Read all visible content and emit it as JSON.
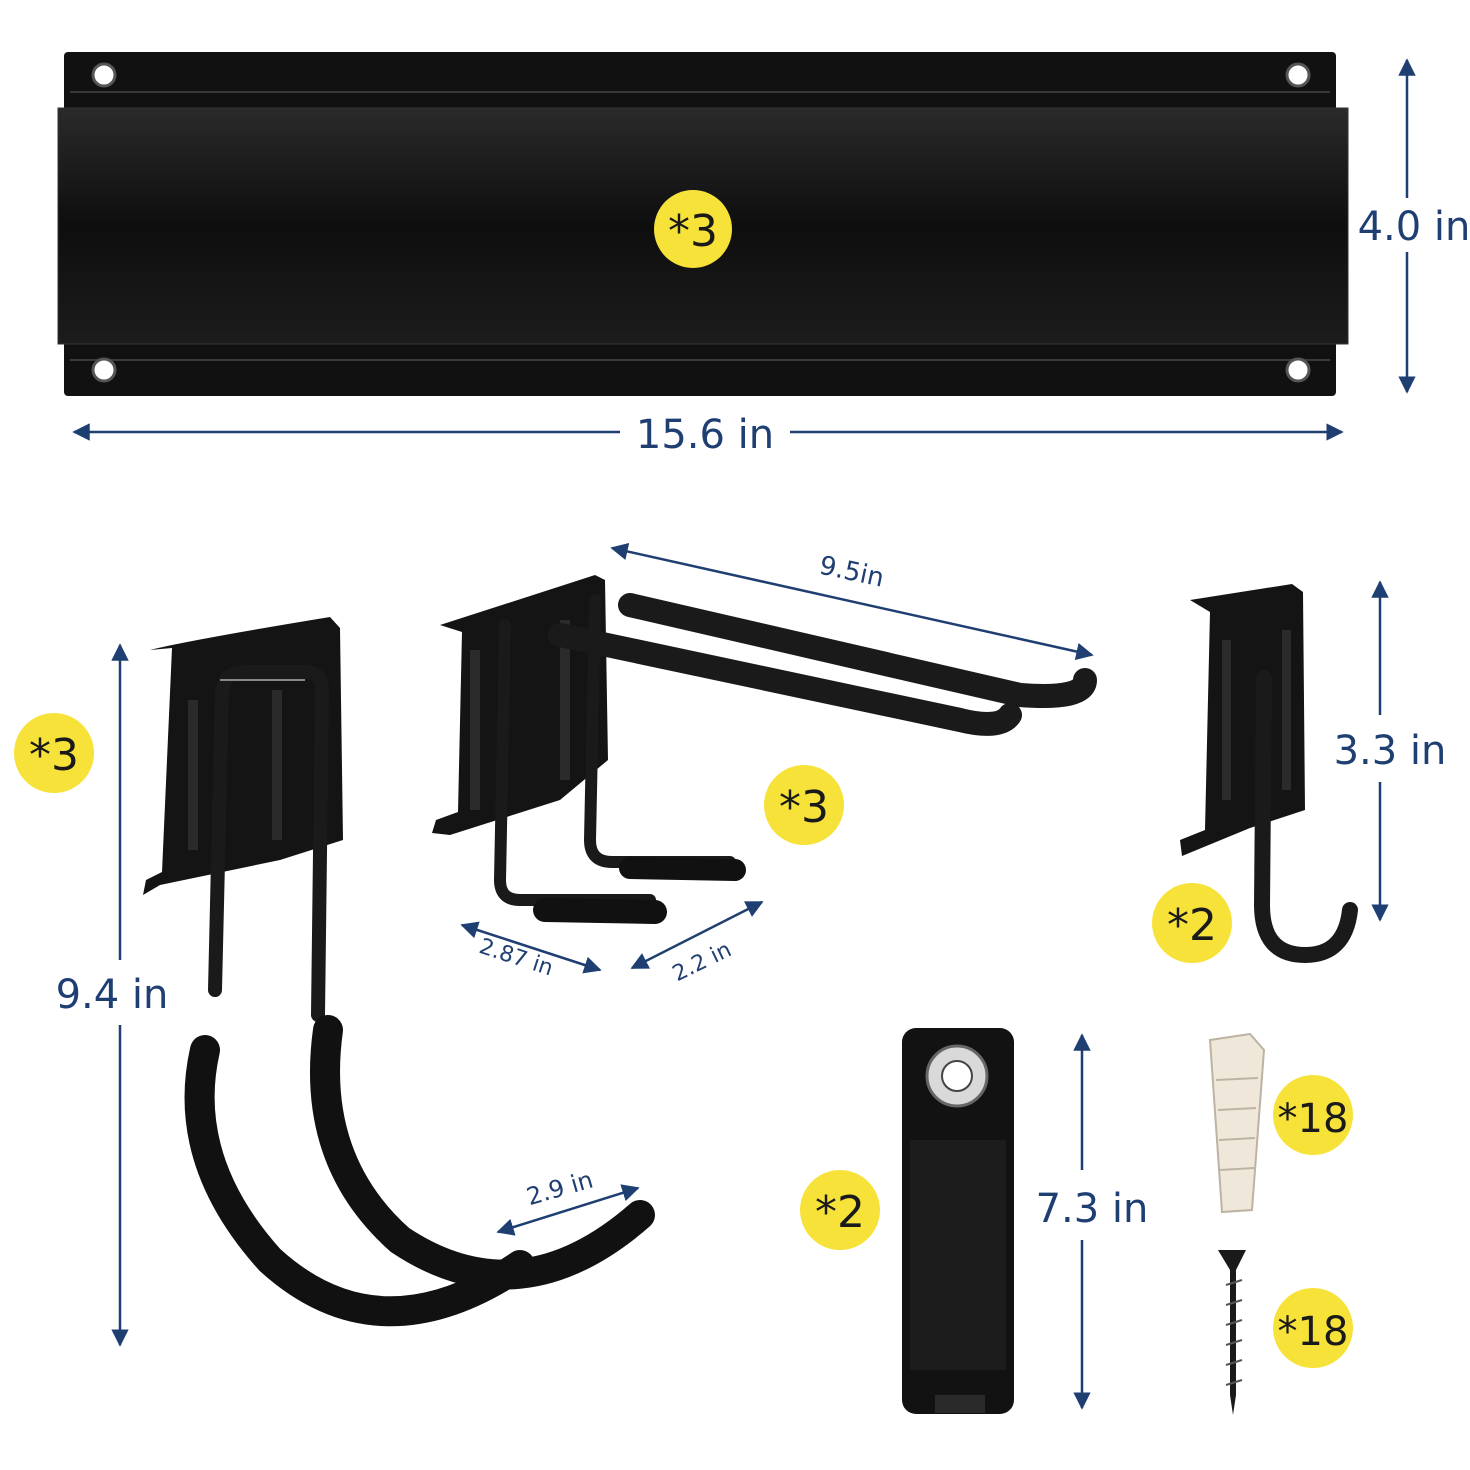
{
  "colors": {
    "background": "#ffffff",
    "dimension": "#1f3f73",
    "badge": "#f7e23a",
    "product": "#141414"
  },
  "rail": {
    "badge": "*3",
    "height": "4.0 in",
    "width": "15.6 in"
  },
  "u_hook": {
    "badge": "*3",
    "height": "9.4 in",
    "opening": "2.9 in"
  },
  "double_hook": {
    "badge": "*3",
    "length": "9.5in",
    "width_a": "2.87 in",
    "width_b": "2.2 in"
  },
  "j_hook": {
    "badge": "*2",
    "height": "3.3 in"
  },
  "strap": {
    "badge": "*2",
    "length": "7.3 in"
  },
  "anchor": {
    "badge": "*18"
  },
  "screw": {
    "badge": "*18"
  }
}
